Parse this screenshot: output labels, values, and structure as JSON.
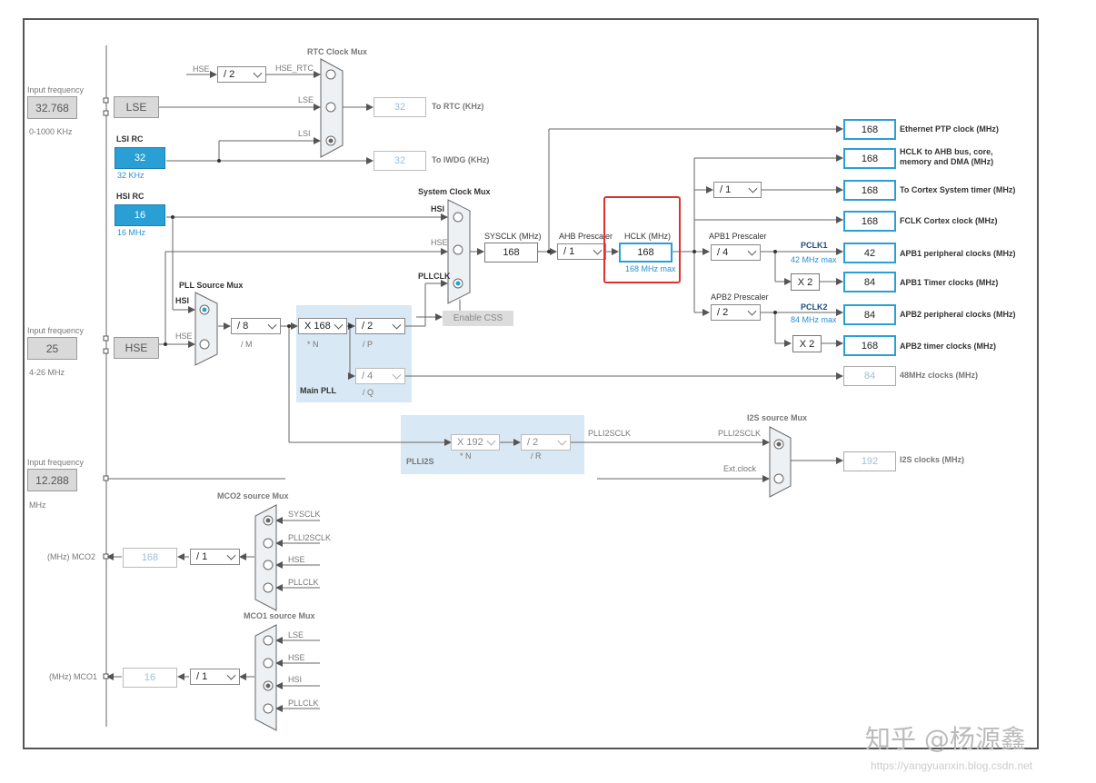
{
  "rtc_mux": {
    "title": "RTC Clock Mux",
    "hse_label": "HSE",
    "hse_div": "/ 2",
    "hse_rtc": "HSE_RTC",
    "lse_label": "LSE",
    "lsi_label": "LSI",
    "to_rtc_value": "32",
    "to_rtc_label": "To RTC (KHz)",
    "to_iwdg_value": "32",
    "to_iwdg_label": "To IWDG (KHz)"
  },
  "lse": {
    "input_freq_label": "Input frequency",
    "input_value": "32.768",
    "range": "0-1000 KHz",
    "name": "LSE"
  },
  "lsi": {
    "title": "LSI RC",
    "value": "32",
    "freq": "32 KHz"
  },
  "hsi": {
    "title": "HSI RC",
    "value": "16",
    "freq": "16 MHz"
  },
  "hse": {
    "input_freq_label": "Input frequency",
    "input_value": "25",
    "range": "4-26 MHz",
    "name": "HSE"
  },
  "pll_source": {
    "title": "PLL Source Mux",
    "hsi": "HSI",
    "hse": "HSE",
    "div_m": "/ 8",
    "m_label": "/ M"
  },
  "main_pll": {
    "title": "Main PLL",
    "mul_n": "X 168",
    "n_label": "* N",
    "div_p": "/ 2",
    "p_label": "/ P",
    "div_q": "/ 4",
    "q_label": "/ Q"
  },
  "sys_mux": {
    "title": "System Clock Mux",
    "hsi": "HSI",
    "hse": "HSE",
    "pllclk": "PLLCLK",
    "enable_css": "Enable CSS"
  },
  "sysclk": {
    "label": "SYSCLK (MHz)",
    "value": "168"
  },
  "ahb": {
    "label": "AHB Prescaler",
    "value": "/ 1"
  },
  "hclk": {
    "label": "HCLK (MHz)",
    "value": "168",
    "max": "168 MHz max"
  },
  "apb1": {
    "label": "APB1 Prescaler",
    "value": "/ 4",
    "pclk": "PCLK1",
    "max": "42 MHz max",
    "x2": "X 2"
  },
  "apb2": {
    "label": "APB2 Prescaler",
    "value": "/ 2",
    "pclk": "PCLK2",
    "max": "84 MHz max",
    "x2": "X 2"
  },
  "cortex_div": "/ 1",
  "outputs": [
    {
      "value": "168",
      "label": "Ethernet PTP clock (MHz)"
    },
    {
      "value": "168",
      "label": "HCLK to AHB bus, core, memory and DMA (MHz)"
    },
    {
      "value": "168",
      "label": "To Cortex System timer (MHz)"
    },
    {
      "value": "168",
      "label": "FCLK Cortex clock (MHz)"
    },
    {
      "value": "42",
      "label": "APB1 peripheral clocks (MHz)"
    },
    {
      "value": "84",
      "label": "APB1 Timer clocks (MHz)"
    },
    {
      "value": "84",
      "label": "APB2 peripheral clocks (MHz)"
    },
    {
      "value": "168",
      "label": "APB2 timer clocks (MHz)"
    },
    {
      "value": "84",
      "label": "48MHz clocks (MHz)"
    },
    {
      "value": "192",
      "label": "I2S clocks (MHz)"
    }
  ],
  "plli2s": {
    "title": "PLLI2S",
    "mul_n": "X 192",
    "n_label": "* N",
    "div_r": "/ 2",
    "r_label": "/ R",
    "out": "PLLI2SCLK"
  },
  "i2s_mux": {
    "title": "I2S source Mux",
    "plli2sclk": "PLLI2SCLK",
    "ext": "Ext.clock"
  },
  "ext_input": {
    "input_freq_label": "Input frequency",
    "value": "12.288",
    "unit": "MHz"
  },
  "mco2": {
    "title": "MCO2 source Mux",
    "in": [
      "SYSCLK",
      "PLLI2SCLK",
      "HSE",
      "PLLCLK"
    ],
    "div": "/ 1",
    "value": "168",
    "label": "(MHz) MCO2"
  },
  "mco1": {
    "title": "MCO1 source Mux",
    "in": [
      "LSE",
      "HSE",
      "HSI",
      "PLLCLK"
    ],
    "div": "/ 1",
    "value": "16",
    "label": "(MHz) MCO1"
  },
  "watermark": "知乎 @杨源鑫",
  "watermark_url": "https://yangyuanxin.blog.csdn.net"
}
